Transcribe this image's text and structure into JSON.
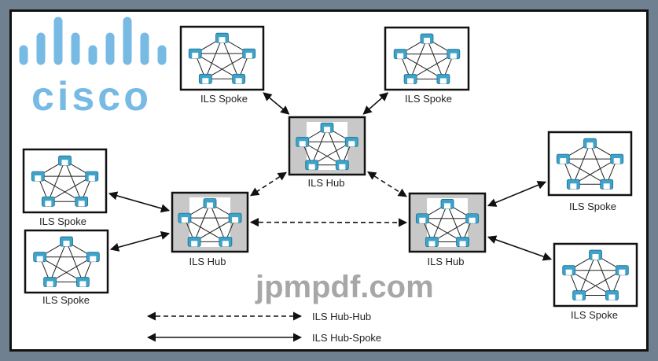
{
  "diagram": {
    "nodes": [
      {
        "id": "spoke-top-left",
        "type": "spoke",
        "label": "ILS Spoke"
      },
      {
        "id": "spoke-top-right",
        "type": "spoke",
        "label": "ILS Spoke"
      },
      {
        "id": "hub-center",
        "type": "hub",
        "label": "ILS Hub"
      },
      {
        "id": "hub-left",
        "type": "hub",
        "label": "ILS Hub"
      },
      {
        "id": "hub-right",
        "type": "hub",
        "label": "ILS Hub"
      },
      {
        "id": "spoke-left-top",
        "type": "spoke",
        "label": "ILS Spoke"
      },
      {
        "id": "spoke-left-bottom",
        "type": "spoke",
        "label": "ILS Spoke"
      },
      {
        "id": "spoke-right-top",
        "type": "spoke",
        "label": "ILS Spoke"
      },
      {
        "id": "spoke-right-bottom",
        "type": "spoke",
        "label": "ILS Spoke"
      }
    ],
    "edges": [
      {
        "from": "spoke-top-left",
        "to": "hub-center",
        "kind": "hub-spoke"
      },
      {
        "from": "spoke-top-right",
        "to": "hub-center",
        "kind": "hub-spoke"
      },
      {
        "from": "hub-center",
        "to": "hub-left",
        "kind": "hub-hub"
      },
      {
        "from": "hub-center",
        "to": "hub-right",
        "kind": "hub-hub"
      },
      {
        "from": "hub-left",
        "to": "hub-right",
        "kind": "hub-hub"
      },
      {
        "from": "spoke-left-top",
        "to": "hub-left",
        "kind": "hub-spoke"
      },
      {
        "from": "spoke-left-bottom",
        "to": "hub-left",
        "kind": "hub-spoke"
      },
      {
        "from": "spoke-right-top",
        "to": "hub-right",
        "kind": "hub-spoke"
      },
      {
        "from": "spoke-right-bottom",
        "to": "hub-right",
        "kind": "hub-spoke"
      }
    ]
  },
  "legend": {
    "hub_hub": "ILS Hub-Hub",
    "hub_spoke": "ILS Hub-Spoke"
  },
  "watermarks": {
    "logo": "cisco",
    "site": "jpmpdf.com"
  },
  "colors": {
    "device": "#3fa3c9",
    "hub_fill": "#c8c8c8",
    "watermark_blue": "#4aa3dc",
    "watermark_gray": "#8a8a8a"
  }
}
